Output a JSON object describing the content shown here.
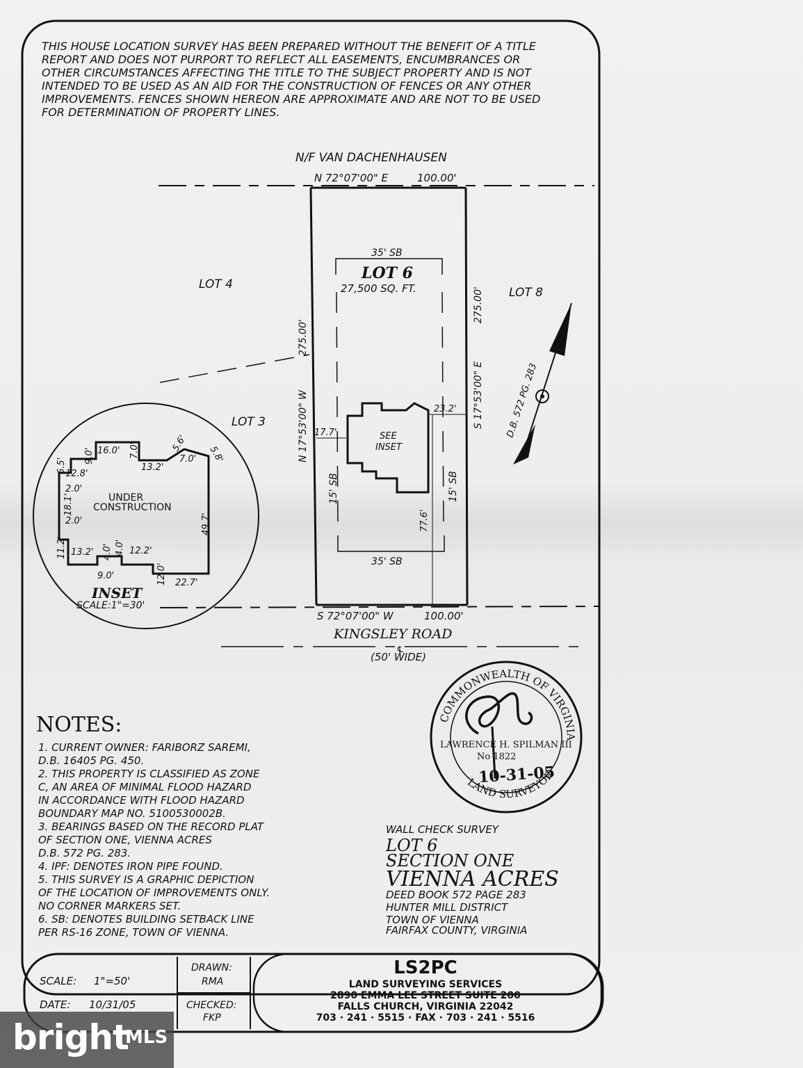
{
  "disclaimer": [
    "THIS HOUSE LOCATION SURVEY HAS BEEN PREPARED WITHOUT THE BENEFIT OF A TITLE",
    "REPORT AND DOES NOT PURPORT TO REFLECT ALL EASEMENTS, ENCUMBRANCES OR",
    "OTHER CIRCUMSTANCES AFFECTING THE TITLE TO THE SUBJECT PROPERTY AND IS NOT",
    "INTENDED TO BE USED AS AN AID FOR THE CONSTRUCTION OF FENCES OR ANY OTHER",
    "IMPROVEMENTS. FENCES SHOWN HEREON ARE APPROXIMATE AND ARE NOT TO BE USED",
    "FOR DETERMINATION OF PROPERTY LINES."
  ],
  "plat": {
    "north_owner": "N/F VAN DACHENHAUSEN",
    "north_bearing": "N 72°07'00\" E",
    "north_distance": "100.00'",
    "south_bearing": "S 72°07'00\" W",
    "south_distance": "100.00'",
    "west_line": "N 17°53'00\" W",
    "west_distance": "275.00'",
    "east_line": "S 17°53'00\" E",
    "east_distance": "275.00'",
    "lot_name": "LOT 6",
    "lot_area": "27,500 SQ. FT.",
    "lot_4": "LOT 4",
    "lot_3": "LOT 3",
    "lot_8": "LOT 8",
    "rear_setback": "35' SB",
    "front_setback": "35' SB",
    "side_setback_left": "15' SB",
    "side_setback_right": "15' SB",
    "dim_left": "17.7'",
    "dim_right": "23.2'",
    "dim_front": "77.6'",
    "see_inset_1": "SEE",
    "see_inset_2": "INSET",
    "road_name": "KINGSLEY ROAD",
    "road_centerline": "℄",
    "road_width": "(50' WIDE)",
    "north_ref": "D.B. 572 PG. 283"
  },
  "inset": {
    "title": "INSET",
    "scale": "SCALE:1\"=30'",
    "status_1": "UNDER",
    "status_2": "CONSTRUCTION",
    "dims": [
      "16.0'",
      "9.0'",
      "7.0'",
      "13.2'",
      "5.6'",
      "7.0'",
      "5.8'",
      "6.5'",
      "12.8'",
      "2.0'",
      "18.1'",
      "2.0'",
      "49.7'",
      "11.2'",
      "13.2'",
      "4.0'",
      "4.0'",
      "12.2'",
      "9.0'",
      "12.0'",
      "22.7'"
    ]
  },
  "seal": {
    "top_text": "COMMONWEALTH OF VIRGINIA",
    "name": "LAWRENCE H. SPILMAN III",
    "number": "No 1822",
    "bottom_text": "LAND SURVEYOR",
    "date_handwritten": "10-31-05"
  },
  "notes": {
    "heading": "NOTES:",
    "lines": [
      "1.  CURRENT OWNER: FARIBORZ SAREMI,",
      "     D.B. 16405 PG. 450.",
      "2.  THIS PROPERTY IS CLASSIFIED AS ZONE",
      "     C, AN AREA OF MINIMAL FLOOD HAZARD",
      "     IN ACCORDANCE WITH FLOOD HAZARD",
      "     BOUNDARY MAP NO. 5100530002B.",
      "3.  BEARINGS BASED ON THE RECORD PLAT",
      "     OF SECTION ONE, VIENNA ACRES",
      "     D.B. 572 PG. 283.",
      "4.  IPF: DENOTES IRON PIPE FOUND.",
      "5.  THIS SURVEY IS A GRAPHIC DEPICTION",
      "     OF THE LOCATION OF IMPROVEMENTS ONLY.",
      "     NO CORNER MARKERS SET.",
      "6.  SB: DENOTES BUILDING SETBACK LINE",
      "     PER RS-16 ZONE, TOWN OF VIENNA."
    ]
  },
  "title_block": {
    "survey_type": "WALL CHECK SURVEY",
    "lot": "LOT 6",
    "section": "SECTION ONE",
    "subdivision": "VIENNA ACRES",
    "details": [
      "DEED BOOK 572 PAGE 283",
      "HUNTER MILL DISTRICT",
      "TOWN OF VIENNA",
      "FAIRFAX COUNTY, VIRGINIA"
    ]
  },
  "footer": {
    "scale_label": "SCALE:",
    "scale_value": "1\"=50'",
    "date_label": "DATE:",
    "date_value": "10/31/05",
    "drawn_label": "DRAWN:",
    "drawn_value": "RMA",
    "checked_label": "CHECKED:",
    "checked_value": "FKP",
    "firm_logo": "LS2PC",
    "firm_name": "LAND SURVEYING SERVICES",
    "firm_address": "2890 EMMA LEE STREET SUITE 200",
    "firm_city": "FALLS CHURCH, VIRGINIA 22042",
    "firm_phone": "703 · 241 · 5515 · FAX · 703 · 241 · 5516"
  },
  "watermark": {
    "brand": "bright",
    "suffix": "MLS"
  }
}
